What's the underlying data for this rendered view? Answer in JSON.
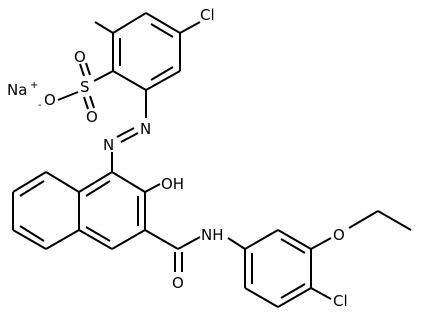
{
  "labels": {
    "na": "Na",
    "na_charge": "+",
    "o_minus": "O",
    "o_minus_charge": "-",
    "s": "S",
    "o_top": "O",
    "o_bottom": "O",
    "cl_top": "Cl",
    "n1": "N",
    "n2": "N",
    "oh": "OH",
    "nh": "NH",
    "o_amide": "O",
    "o_ether": "O",
    "cl_bottom": "Cl"
  },
  "colors": {
    "ink": "#000000",
    "background": "#ffffff"
  }
}
